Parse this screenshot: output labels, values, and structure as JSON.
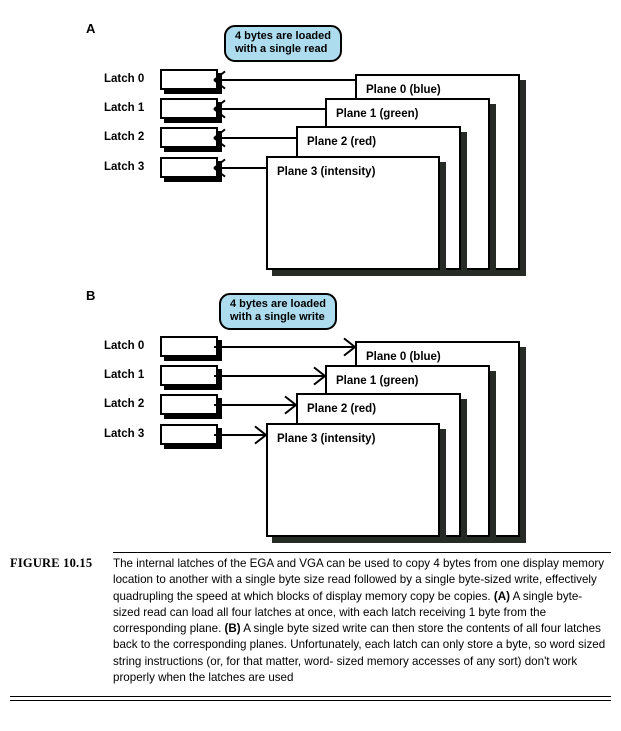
{
  "figure": {
    "number_label": "FIGURE 10.15",
    "caption_parts": [
      {
        "text": "The internal latches of the EGA and VGA can be used to copy 4 bytes from one display memory location to another with a single byte size read followed by a single byte-sized write, effectively quadrupling the speed at which blocks of display memory copy be copies. ",
        "bold": false
      },
      {
        "text": "(A)",
        "bold": true
      },
      {
        "text": " A single byte-sized read can load all four latches at once, with each latch receiving 1 byte from the corresponding plane. ",
        "bold": false
      },
      {
        "text": "(B)",
        "bold": true
      },
      {
        "text": " A single byte sized write can then store the contents of all four latches back to the corresponding planes. Unfortunately, each latch can only store a byte, so word sized string instructions (or, for that matter, word- sized memory accesses of any sort) don't work properly when the latches are used",
        "bold": false
      }
    ]
  },
  "colors": {
    "callout_fill": "#ACDCEE",
    "callout_border": "#000000",
    "box_fill": "#FFFFFF",
    "box_border": "#000000",
    "shadow": "#262B26",
    "page_background": "#FFFFFF"
  },
  "panels": [
    {
      "id": "A",
      "letter": "A",
      "callout": {
        "line1": "4 bytes are loaded",
        "line2": "with a single read"
      },
      "arrow_direction": "left",
      "latches": [
        {
          "label": "Latch 0"
        },
        {
          "label": "Latch 1"
        },
        {
          "label": "Latch 2"
        },
        {
          "label": "Latch 3"
        }
      ],
      "planes": [
        {
          "label": "Plane 0 (blue)"
        },
        {
          "label": "Plane 1 (green)"
        },
        {
          "label": "Plane 2 (red)"
        },
        {
          "label": "Plane 3 (intensity)"
        }
      ]
    },
    {
      "id": "B",
      "letter": "B",
      "callout": {
        "line1": "4 bytes are loaded",
        "line2": "with a single write"
      },
      "arrow_direction": "right",
      "latches": [
        {
          "label": "Latch 0"
        },
        {
          "label": "Latch 1"
        },
        {
          "label": "Latch 2"
        },
        {
          "label": "Latch 3"
        }
      ],
      "planes": [
        {
          "label": "Plane 0 (blue)"
        },
        {
          "label": "Plane 1 (green)"
        },
        {
          "label": "Plane 2 (red)"
        },
        {
          "label": "Plane 3 (intensity)"
        }
      ]
    }
  ]
}
